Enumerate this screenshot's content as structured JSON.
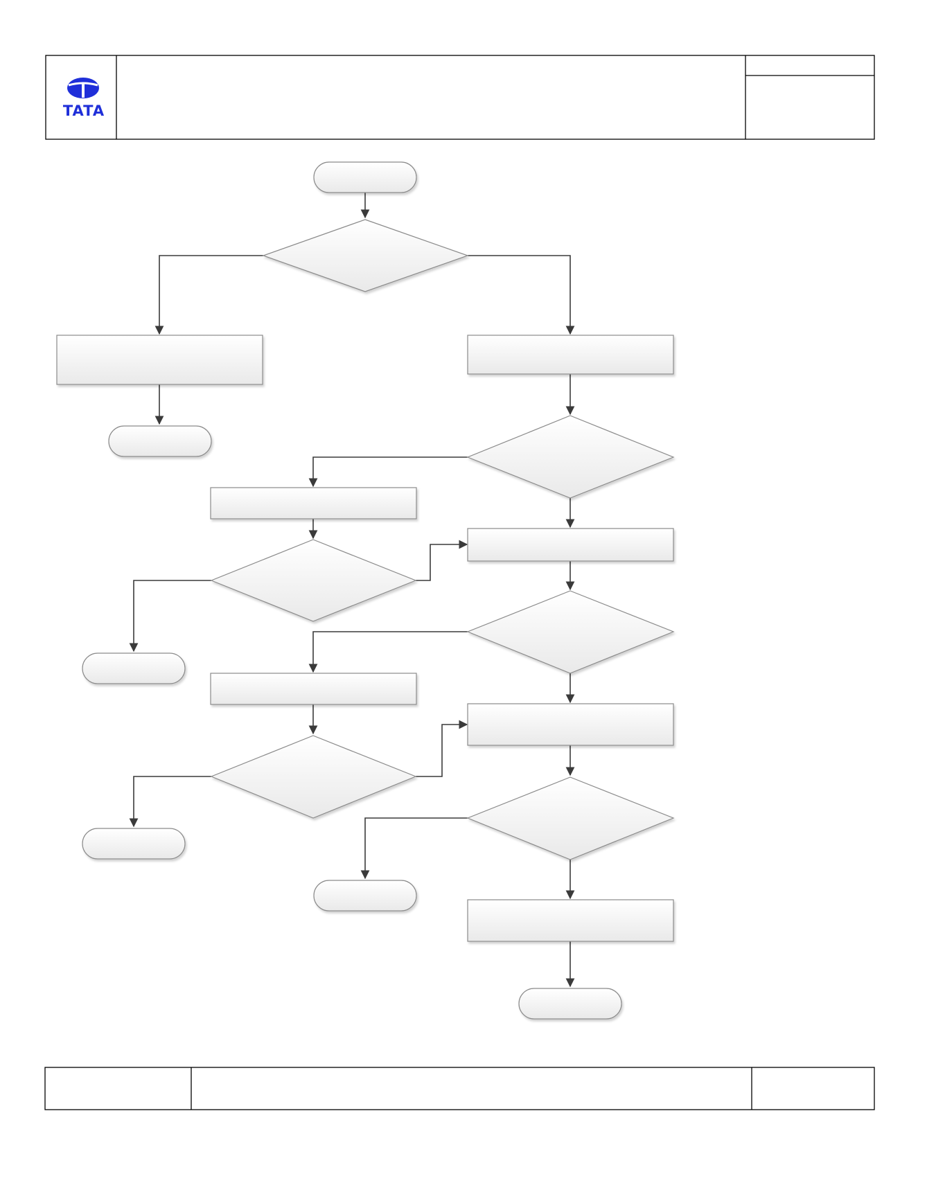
{
  "header": {
    "logo_text": "TATA",
    "title": "",
    "doc_ref_top": "",
    "doc_ref_bottom": ""
  },
  "footer": {
    "left": "",
    "center": "",
    "right": ""
  },
  "colors": {
    "logo": "#1f2fd9",
    "line": "#3a3a3a",
    "border": "#000000",
    "shape_fill_top": "#ffffff",
    "shape_fill_bottom": "#e9e9e9",
    "shape_stroke": "#8a8a8a"
  },
  "flowchart": {
    "nodes": [
      {
        "id": "start",
        "kind": "terminator",
        "label": ""
      },
      {
        "id": "decision-1",
        "kind": "decision",
        "label": ""
      },
      {
        "id": "process-left-1",
        "kind": "process",
        "label": ""
      },
      {
        "id": "end-left-1",
        "kind": "terminator",
        "label": ""
      },
      {
        "id": "process-right-1",
        "kind": "process",
        "label": ""
      },
      {
        "id": "decision-2",
        "kind": "decision",
        "label": ""
      },
      {
        "id": "process-mid-1",
        "kind": "process",
        "label": ""
      },
      {
        "id": "decision-3",
        "kind": "decision",
        "label": ""
      },
      {
        "id": "end-left-2",
        "kind": "terminator",
        "label": ""
      },
      {
        "id": "process-right-2",
        "kind": "process",
        "label": ""
      },
      {
        "id": "decision-4",
        "kind": "decision",
        "label": ""
      },
      {
        "id": "process-mid-2",
        "kind": "process",
        "label": ""
      },
      {
        "id": "decision-5",
        "kind": "decision",
        "label": ""
      },
      {
        "id": "end-left-3",
        "kind": "terminator",
        "label": ""
      },
      {
        "id": "process-right-3",
        "kind": "process",
        "label": ""
      },
      {
        "id": "decision-6",
        "kind": "decision",
        "label": ""
      },
      {
        "id": "end-mid",
        "kind": "terminator",
        "label": ""
      },
      {
        "id": "process-right-4",
        "kind": "process",
        "label": ""
      },
      {
        "id": "end-final",
        "kind": "terminator",
        "label": ""
      }
    ],
    "edges": [
      {
        "from": "start",
        "to": "decision-1"
      },
      {
        "from": "decision-1",
        "to": "process-left-1"
      },
      {
        "from": "decision-1",
        "to": "process-right-1"
      },
      {
        "from": "process-left-1",
        "to": "end-left-1"
      },
      {
        "from": "process-right-1",
        "to": "decision-2"
      },
      {
        "from": "decision-2",
        "to": "process-mid-1"
      },
      {
        "from": "decision-2",
        "to": "process-right-2"
      },
      {
        "from": "process-mid-1",
        "to": "decision-3"
      },
      {
        "from": "decision-3",
        "to": "end-left-2"
      },
      {
        "from": "decision-3",
        "to": "process-right-2"
      },
      {
        "from": "process-right-2",
        "to": "decision-4"
      },
      {
        "from": "decision-4",
        "to": "process-mid-2"
      },
      {
        "from": "decision-4",
        "to": "process-right-3"
      },
      {
        "from": "process-mid-2",
        "to": "decision-5"
      },
      {
        "from": "decision-5",
        "to": "end-left-3"
      },
      {
        "from": "decision-5",
        "to": "process-right-3"
      },
      {
        "from": "process-right-3",
        "to": "decision-6"
      },
      {
        "from": "decision-6",
        "to": "end-mid"
      },
      {
        "from": "decision-6",
        "to": "process-right-4"
      },
      {
        "from": "process-right-4",
        "to": "end-final"
      }
    ]
  }
}
